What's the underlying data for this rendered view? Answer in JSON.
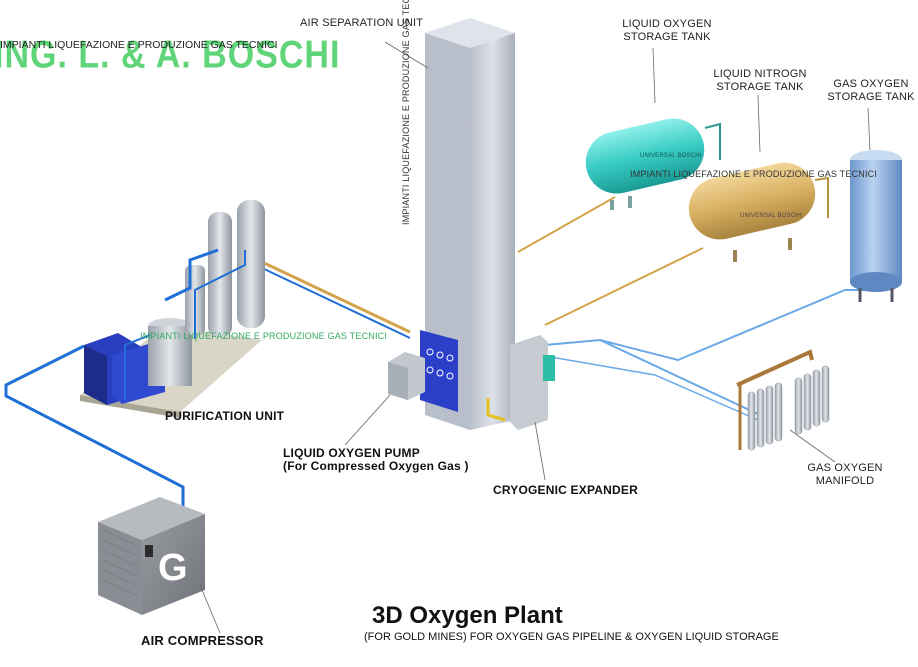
{
  "watermark": {
    "brand": "ING. L. & A. BOSCHI",
    "tagline": "IMPIANTI LIQUEFAZIONE E PRODUZIONE GAS TECNICI",
    "tank_brand": "UNIVERSAL BOSCHI"
  },
  "labels": {
    "air_separation_unit": "AIR SEPARATION UNIT",
    "liquid_oxygen_tank": [
      "LIQUID OXYGEN",
      "STORAGE TANK"
    ],
    "liquid_nitrogen_tank": [
      "LIQUID NITROGN",
      "STORAGE TANK"
    ],
    "gas_oxygen_tank": [
      "GAS OXYGEN",
      "STORAGE TANK"
    ],
    "purification_unit": "PURIFICATION UNIT",
    "liquid_oxygen_pump": [
      "LIQUID OXYGEN PUMP",
      "(For Compressed Oxygen Gas )"
    ],
    "cryogenic_expander": "CRYOGENIC EXPANDER",
    "gas_oxygen_manifold": [
      "GAS OXYGEN",
      "MANIFOLD"
    ],
    "air_compressor": "AIR COMPRESSOR",
    "compressor_logo": "G"
  },
  "title": "3D Oxygen Plant",
  "subtitle": "(FOR GOLD MINES) FOR OXYGEN GAS PIPELINE  & OXYGEN LIQUID STORAGE",
  "colors": {
    "pipe_blue": "#1f6fd6",
    "pipe_gold": "#d4a24a",
    "steel": "#c9ccd3",
    "tank_teal": "#3fd0c8",
    "tank_gold": "#d9b25e",
    "tank_steel_blue": "#8fb4e2",
    "watermark_green": "#4fd06a",
    "panel_blue": "#2b3fc8"
  }
}
